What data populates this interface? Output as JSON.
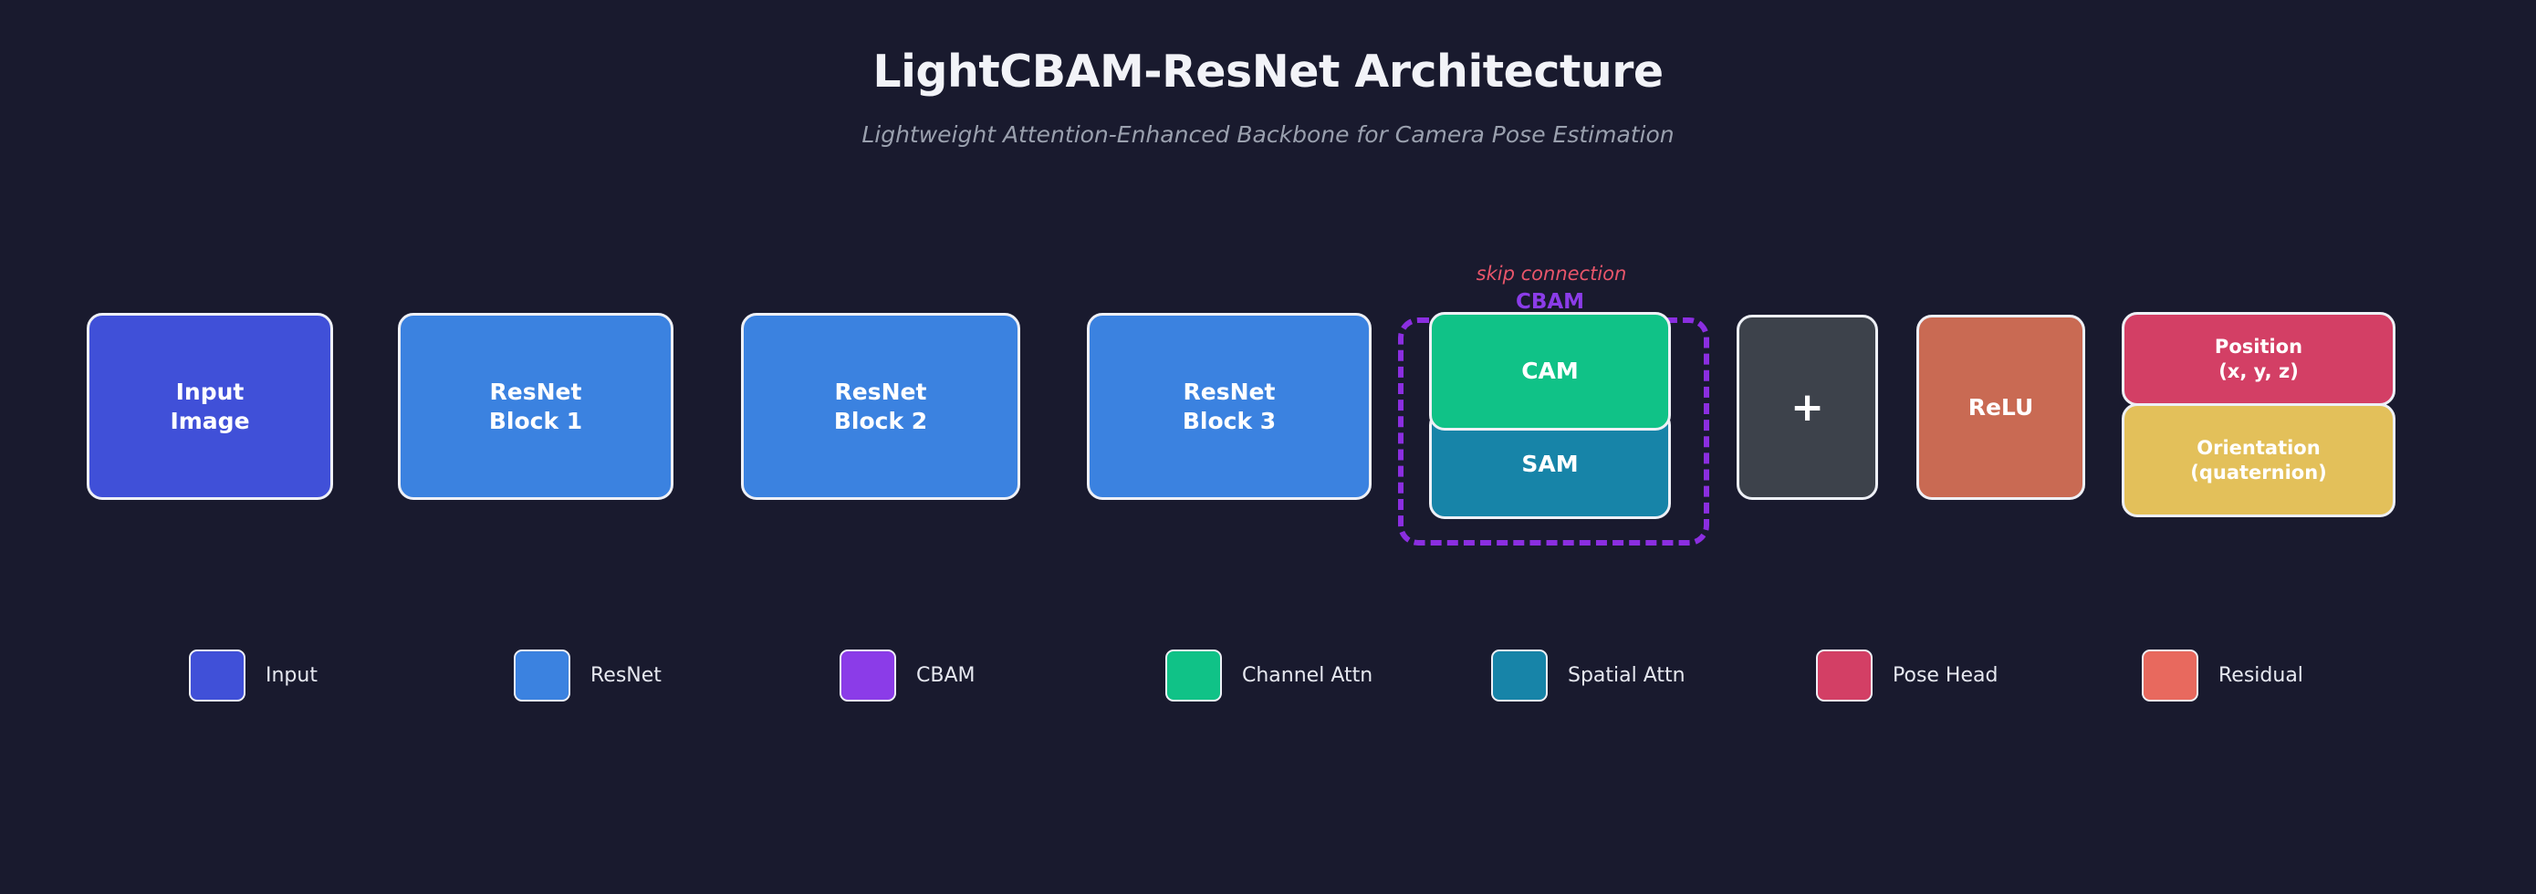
{
  "header": {
    "title": "LightCBAM-ResNet Architecture",
    "subtitle": "Lightweight Attention-Enhanced Backbone for Camera Pose Estimation"
  },
  "diagram": {
    "nodes": {
      "input": "Input\nImage",
      "resnet1": "ResNet\nBlock 1",
      "resnet2": "ResNet\nBlock 2",
      "resnet3": "ResNet\nBlock 3",
      "cam": "CAM",
      "sam": "SAM",
      "add": "+",
      "relu": "ReLU",
      "position": "Position\n(x, y, z)",
      "orientation": "Orientation\n(quaternion)"
    },
    "annotations": {
      "cbam_group": "CBAM",
      "skip_connection": "skip connection"
    },
    "colors": {
      "background": "#191a2e",
      "input": "#4050d8",
      "resnet": "#3b82e0",
      "cbam": "#8b3ce8",
      "channel_attn": "#10c287",
      "spatial_attn": "#1784a8",
      "pose_head": "#d33f65",
      "orientation": "#e3c05a",
      "residual": "#e8695e",
      "add": "#3d424b",
      "relu": "#c96a53",
      "arrow": "#b2b8c4",
      "skip_arrow": "#f2655f",
      "node_border": "#eef0f6"
    }
  },
  "legend": {
    "items": [
      {
        "label": "Input",
        "color": "#4050d8"
      },
      {
        "label": "ResNet",
        "color": "#3b82e0"
      },
      {
        "label": "CBAM",
        "color": "#8b3ce8"
      },
      {
        "label": "Channel Attn",
        "color": "#10c287"
      },
      {
        "label": "Spatial Attn",
        "color": "#1784a8"
      },
      {
        "label": "Pose Head",
        "color": "#d33f65"
      },
      {
        "label": "Residual",
        "color": "#e8695e"
      }
    ]
  }
}
